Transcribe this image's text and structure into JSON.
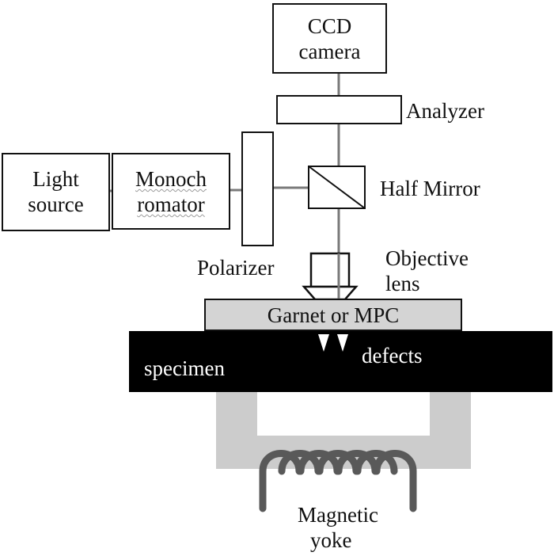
{
  "diagram": {
    "ccd_camera": [
      "CCD",
      "camera"
    ],
    "analyzer": "Analyzer",
    "light_source": [
      "Light",
      "source"
    ],
    "monochromator": [
      "Monoch",
      "romator"
    ],
    "half_mirror": "Half  Mirror",
    "polarizer": "Polarizer",
    "objective_lens": [
      "Objective",
      "lens"
    ],
    "garnet": "Garnet  or MPC",
    "specimen": "specimen",
    "defects": "defects",
    "magnetic_yoke": [
      "Magnetic",
      "yoke"
    ]
  },
  "colors": {
    "line": "#111111",
    "beam": "#7a7a7a",
    "garnet_fill": "#d4d4d4",
    "specimen_fill": "#000000",
    "yoke_fill": "#cccccc",
    "coil": "#595959"
  }
}
